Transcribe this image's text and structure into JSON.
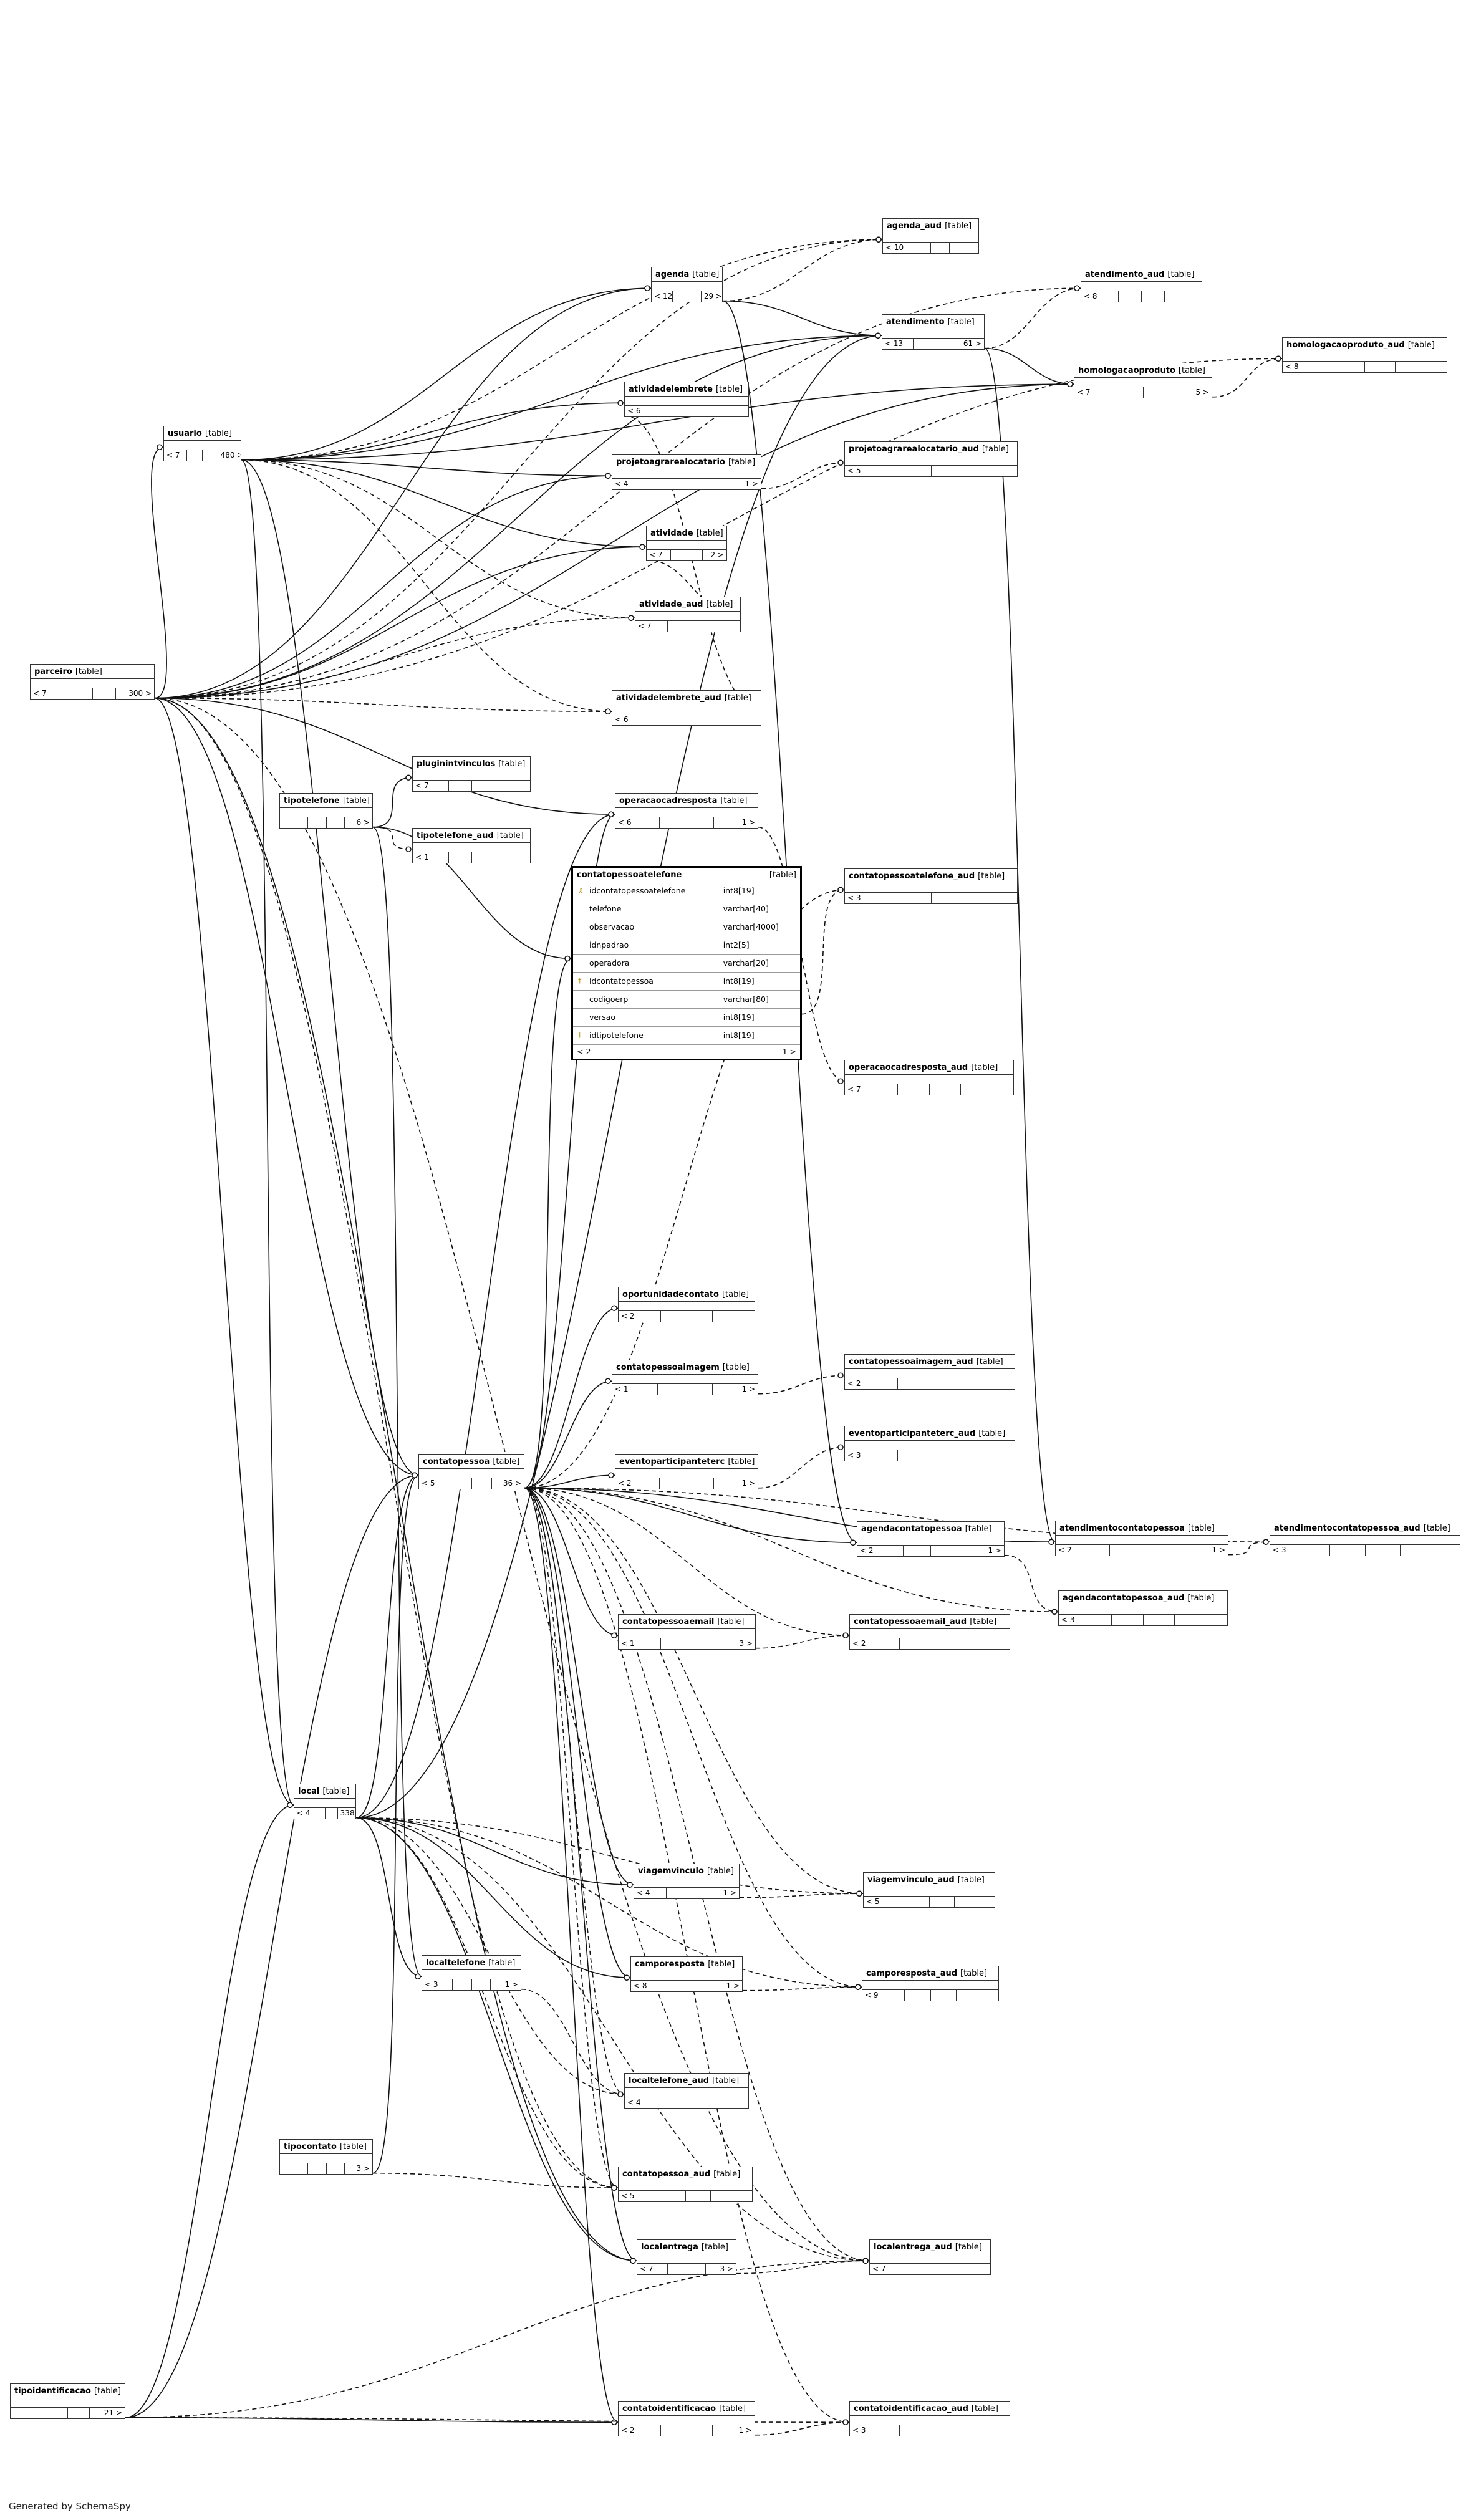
{
  "table_type_label": "[table]",
  "footer": "Generated by SchemaSpy",
  "focus_table": {
    "name": "contatopessoatelefone",
    "columns": [
      {
        "name": "idcontatopessoatelefone",
        "type": "int8[19]",
        "key": "pk"
      },
      {
        "name": "telefone",
        "type": "varchar[40]",
        "key": ""
      },
      {
        "name": "observacao",
        "type": "varchar[4000]",
        "key": ""
      },
      {
        "name": "idnpadrao",
        "type": "int2[5]",
        "key": ""
      },
      {
        "name": "operadora",
        "type": "varchar[20]",
        "key": ""
      },
      {
        "name": "idcontatopessoa",
        "type": "int8[19]",
        "key": "fk"
      },
      {
        "name": "codigoerp",
        "type": "varchar[80]",
        "key": ""
      },
      {
        "name": "versao",
        "type": "int8[19]",
        "key": ""
      },
      {
        "name": "idtipotelefone",
        "type": "int8[19]",
        "key": "fk"
      }
    ],
    "parents": "< 2",
    "children": "1 >"
  },
  "tables": {
    "parceiro": {
      "name": "parceiro",
      "parents": "< 7",
      "children": "300 >"
    },
    "usuario": {
      "name": "usuario",
      "parents": "< 7",
      "children": "480 >"
    },
    "agenda_aud": {
      "name": "agenda_aud",
      "parents": "< 10",
      "children": ""
    },
    "agenda": {
      "name": "agenda",
      "parents": "< 12",
      "children": "29 >"
    },
    "atendimento_aud": {
      "name": "atendimento_aud",
      "parents": "< 8",
      "children": ""
    },
    "atendimento": {
      "name": "atendimento",
      "parents": "< 13",
      "children": "61 >"
    },
    "homologacaoproduto": {
      "name": "homologacaoproduto",
      "parents": "< 7",
      "children": "5 >"
    },
    "homologacaoproduto_aud": {
      "name": "homologacaoproduto_aud",
      "parents": "< 8",
      "children": ""
    },
    "atividadelembrete": {
      "name": "atividadelembrete",
      "parents": "< 6",
      "children": ""
    },
    "projetoagrarealocatario": {
      "name": "projetoagrarealocatario",
      "parents": "< 4",
      "children": "1 >"
    },
    "projetoagrarealocatario_aud": {
      "name": "projetoagrarealocatario_aud",
      "parents": "< 5",
      "children": ""
    },
    "atividade": {
      "name": "atividade",
      "parents": "< 7",
      "children": "2 >"
    },
    "atividade_aud": {
      "name": "atividade_aud",
      "parents": "< 7",
      "children": ""
    },
    "atividadelembrete_aud": {
      "name": "atividadelembrete_aud",
      "parents": "< 6",
      "children": ""
    },
    "pluginintvinculos": {
      "name": "pluginintvinculos",
      "parents": "< 7",
      "children": ""
    },
    "tipotelefone": {
      "name": "tipotelefone",
      "parents": "",
      "children": "6 >"
    },
    "tipotelefone_aud": {
      "name": "tipotelefone_aud",
      "parents": "< 1",
      "children": ""
    },
    "operacaocadresposta": {
      "name": "operacaocadresposta",
      "parents": "< 6",
      "children": "1 >"
    },
    "contatopessoatelefone_aud": {
      "name": "contatopessoatelefone_aud",
      "parents": "< 3",
      "children": ""
    },
    "operacaocadresposta_aud": {
      "name": "operacaocadresposta_aud",
      "parents": "< 7",
      "children": ""
    },
    "oportunidadecontato": {
      "name": "oportunidadecontato",
      "parents": "< 2",
      "children": ""
    },
    "contatopessoaimagem": {
      "name": "contatopessoaimagem",
      "parents": "< 1",
      "children": "1 >"
    },
    "contatopessoaimagem_aud": {
      "name": "contatopessoaimagem_aud",
      "parents": "< 2",
      "children": ""
    },
    "eventoparticipanteterc_aud": {
      "name": "eventoparticipanteterc_aud",
      "parents": "< 3",
      "children": ""
    },
    "contatopessoa": {
      "name": "contatopessoa",
      "parents": "< 5",
      "children": "36 >"
    },
    "eventoparticipanteterc": {
      "name": "eventoparticipanteterc",
      "parents": "< 2",
      "children": "1 >"
    },
    "agendacontatopessoa": {
      "name": "agendacontatopessoa",
      "parents": "< 2",
      "children": "1 >"
    },
    "atendimentocontatopessoa": {
      "name": "atendimentocontatopessoa",
      "parents": "< 2",
      "children": "1 >"
    },
    "atendimentocontatopessoa_aud": {
      "name": "atendimentocontatopessoa_aud",
      "parents": "< 3",
      "children": ""
    },
    "agendacontatopessoa_aud": {
      "name": "agendacontatopessoa_aud",
      "parents": "< 3",
      "children": ""
    },
    "contatopessoaemail": {
      "name": "contatopessoaemail",
      "parents": "< 1",
      "children": "3 >"
    },
    "contatopessoaemail_aud": {
      "name": "contatopessoaemail_aud",
      "parents": "< 2",
      "children": ""
    },
    "local": {
      "name": "local",
      "parents": "< 4",
      "children": "338 >"
    },
    "viagemvinculo": {
      "name": "viagemvinculo",
      "parents": "< 4",
      "children": "1 >"
    },
    "viagemvinculo_aud": {
      "name": "viagemvinculo_aud",
      "parents": "< 5",
      "children": ""
    },
    "localtelefone": {
      "name": "localtelefone",
      "parents": "< 3",
      "children": "1 >"
    },
    "camporesposta": {
      "name": "camporesposta",
      "parents": "< 8",
      "children": "1 >"
    },
    "camporesposta_aud": {
      "name": "camporesposta_aud",
      "parents": "< 9",
      "children": ""
    },
    "localtelefone_aud": {
      "name": "localtelefone_aud",
      "parents": "< 4",
      "children": ""
    },
    "tipocontato": {
      "name": "tipocontato",
      "parents": "",
      "children": "3 >"
    },
    "contatopessoa_aud": {
      "name": "contatopessoa_aud",
      "parents": "< 5",
      "children": ""
    },
    "localentrega": {
      "name": "localentrega",
      "parents": "< 7",
      "children": "3 >"
    },
    "localentrega_aud": {
      "name": "localentrega_aud",
      "parents": "< 7",
      "children": ""
    },
    "tipoidentificacao": {
      "name": "tipoidentificacao",
      "parents": "",
      "children": "21 >"
    },
    "contatoidentificacao": {
      "name": "contatoidentificacao",
      "parents": "< 2",
      "children": "1 >"
    },
    "contatoidentificacao_aud": {
      "name": "contatoidentificacao_aud",
      "parents": "< 3",
      "children": ""
    }
  },
  "relationships": [
    {
      "from": "parceiro",
      "to": "usuario",
      "style": "solid"
    },
    {
      "from": "parceiro",
      "to": "agenda",
      "style": "solid"
    },
    {
      "from": "parceiro",
      "to": "atendimento",
      "style": "solid"
    },
    {
      "from": "parceiro",
      "to": "homologacaoproduto",
      "style": "solid"
    },
    {
      "from": "parceiro",
      "to": "projetoagrarealocatario",
      "style": "solid"
    },
    {
      "from": "parceiro",
      "to": "atividade",
      "style": "solid"
    },
    {
      "from": "parceiro",
      "to": "contatopessoa",
      "style": "solid"
    },
    {
      "from": "parceiro",
      "to": "local",
      "style": "solid"
    },
    {
      "from": "parceiro",
      "to": "localentrega",
      "style": "solid"
    },
    {
      "from": "parceiro",
      "to": "operacaocadresposta",
      "style": "solid"
    },
    {
      "from": "parceiro",
      "to": "agenda_aud",
      "style": "dashed"
    },
    {
      "from": "parceiro",
      "to": "atendimento_aud",
      "style": "dashed"
    },
    {
      "from": "parceiro",
      "to": "homologacaoproduto_aud",
      "style": "dashed"
    },
    {
      "from": "parceiro",
      "to": "atividade_aud",
      "style": "dashed"
    },
    {
      "from": "parceiro",
      "to": "atividadelembrete_aud",
      "style": "dashed"
    },
    {
      "from": "parceiro",
      "to": "contatopessoa_aud",
      "style": "dashed"
    },
    {
      "from": "parceiro",
      "to": "localentrega_aud",
      "style": "dashed"
    },
    {
      "from": "usuario",
      "to": "agenda",
      "style": "solid"
    },
    {
      "from": "usuario",
      "to": "atendimento",
      "style": "solid"
    },
    {
      "from": "usuario",
      "to": "atividadelembrete",
      "style": "solid"
    },
    {
      "from": "usuario",
      "to": "projetoagrarealocatario",
      "style": "solid"
    },
    {
      "from": "usuario",
      "to": "atividade",
      "style": "solid"
    },
    {
      "from": "usuario",
      "to": "homologacaoproduto",
      "style": "solid"
    },
    {
      "from": "usuario",
      "to": "contatopessoa",
      "style": "solid"
    },
    {
      "from": "usuario",
      "to": "local",
      "style": "solid"
    },
    {
      "from": "usuario",
      "to": "agenda_aud",
      "style": "dashed"
    },
    {
      "from": "usuario",
      "to": "atividade_aud",
      "style": "dashed"
    },
    {
      "from": "usuario",
      "to": "atividadelembrete_aud",
      "style": "dashed"
    },
    {
      "from": "agenda",
      "to": "agenda_aud",
      "style": "dashed"
    },
    {
      "from": "agenda",
      "to": "atendimento",
      "style": "solid"
    },
    {
      "from": "agenda",
      "to": "agendacontatopessoa",
      "style": "solid"
    },
    {
      "from": "atendimento",
      "to": "atendimento_aud",
      "style": "dashed"
    },
    {
      "from": "atendimento",
      "to": "homologacaoproduto",
      "style": "solid"
    },
    {
      "from": "atendimento",
      "to": "atendimentocontatopessoa",
      "style": "solid"
    },
    {
      "from": "homologacaoproduto",
      "to": "homologacaoproduto_aud",
      "style": "dashed"
    },
    {
      "from": "projetoagrarealocatario",
      "to": "projetoagrarealocatario_aud",
      "style": "dashed"
    },
    {
      "from": "atividade",
      "to": "atividade_aud",
      "style": "dashed"
    },
    {
      "from": "atividadelembrete",
      "to": "atividadelembrete_aud",
      "style": "dashed"
    },
    {
      "from": "tipotelefone",
      "to": "pluginintvinculos",
      "style": "solid"
    },
    {
      "from": "tipotelefone",
      "to": "tipotelefone_aud",
      "style": "dashed"
    },
    {
      "from": "tipotelefone",
      "to": "contatopessoatelefone",
      "style": "solid"
    },
    {
      "from": "tipotelefone",
      "to": "localtelefone",
      "style": "solid"
    },
    {
      "from": "contatopessoatelefone",
      "to": "contatopessoatelefone_aud",
      "style": "dashed"
    },
    {
      "from": "operacaocadresposta",
      "to": "operacaocadresposta_aud",
      "style": "dashed"
    },
    {
      "from": "contatopessoa",
      "to": "contatopessoatelefone",
      "style": "solid"
    },
    {
      "from": "contatopessoa",
      "to": "operacaocadresposta",
      "style": "solid"
    },
    {
      "from": "contatopessoa",
      "to": "oportunidadecontato",
      "style": "solid"
    },
    {
      "from": "contatopessoa",
      "to": "contatopessoaimagem",
      "style": "solid"
    },
    {
      "from": "contatopessoa",
      "to": "eventoparticipanteterc",
      "style": "solid"
    },
    {
      "from": "contatopessoa",
      "to": "agendacontatopessoa",
      "style": "solid"
    },
    {
      "from": "contatopessoa",
      "to": "atendimentocontatopessoa",
      "style": "solid"
    },
    {
      "from": "contatopessoa",
      "to": "contatopessoaemail",
      "style": "solid"
    },
    {
      "from": "contatopessoa",
      "to": "viagemvinculo",
      "style": "solid"
    },
    {
      "from": "contatopessoa",
      "to": "camporesposta",
      "style": "solid"
    },
    {
      "from": "contatopessoa",
      "to": "localentrega",
      "style": "solid"
    },
    {
      "from": "contatopessoa",
      "to": "contatoidentificacao",
      "style": "solid"
    },
    {
      "from": "contatopessoa",
      "to": "contatopessoa_aud",
      "style": "dashed"
    },
    {
      "from": "contatopessoa",
      "to": "contatopessoatelefone_aud",
      "style": "dashed"
    },
    {
      "from": "contatopessoa",
      "to": "contatopessoaemail_aud",
      "style": "dashed"
    },
    {
      "from": "contatopessoa",
      "to": "agendacontatopessoa_aud",
      "style": "dashed"
    },
    {
      "from": "contatopessoa",
      "to": "atendimentocontatopessoa_aud",
      "style": "dashed"
    },
    {
      "from": "contatopessoa",
      "to": "viagemvinculo_aud",
      "style": "dashed"
    },
    {
      "from": "contatopessoa",
      "to": "camporesposta_aud",
      "style": "dashed"
    },
    {
      "from": "contatopessoa",
      "to": "localentrega_aud",
      "style": "dashed"
    },
    {
      "from": "contatopessoa",
      "to": "contatoidentificacao_aud",
      "style": "dashed"
    },
    {
      "from": "contatopessoa",
      "to": "localtelefone_aud",
      "style": "dashed"
    },
    {
      "from": "contatopessoaimagem",
      "to": "contatopessoaimagem_aud",
      "style": "dashed"
    },
    {
      "from": "eventoparticipanteterc",
      "to": "eventoparticipanteterc_aud",
      "style": "dashed"
    },
    {
      "from": "agendacontatopessoa",
      "to": "agendacontatopessoa_aud",
      "style": "dashed"
    },
    {
      "from": "atendimentocontatopessoa",
      "to": "atendimentocontatopessoa_aud",
      "style": "dashed"
    },
    {
      "from": "contatopessoaemail",
      "to": "contatopessoaemail_aud",
      "style": "dashed"
    },
    {
      "from": "local",
      "to": "contatopessoa",
      "style": "solid"
    },
    {
      "from": "local",
      "to": "localtelefone",
      "style": "solid"
    },
    {
      "from": "local",
      "to": "viagemvinculo",
      "style": "solid"
    },
    {
      "from": "local",
      "to": "camporesposta",
      "style": "solid"
    },
    {
      "from": "local",
      "to": "localentrega",
      "style": "solid"
    },
    {
      "from": "local",
      "to": "operacaocadresposta",
      "style": "solid"
    },
    {
      "from": "local",
      "to": "atendimento",
      "style": "solid"
    },
    {
      "from": "local",
      "to": "localtelefone_aud",
      "style": "dashed"
    },
    {
      "from": "local",
      "to": "contatopessoa_aud",
      "style": "dashed"
    },
    {
      "from": "local",
      "to": "viagemvinculo_aud",
      "style": "dashed"
    },
    {
      "from": "local",
      "to": "camporesposta_aud",
      "style": "dashed"
    },
    {
      "from": "local",
      "to": "localentrega_aud",
      "style": "dashed"
    },
    {
      "from": "viagemvinculo",
      "to": "viagemvinculo_aud",
      "style": "dashed"
    },
    {
      "from": "localtelefone",
      "to": "localtelefone_aud",
      "style": "dashed"
    },
    {
      "from": "camporesposta",
      "to": "camporesposta_aud",
      "style": "dashed"
    },
    {
      "from": "tipocontato",
      "to": "contatopessoa",
      "style": "solid"
    },
    {
      "from": "tipocontato",
      "to": "contatopessoa_aud",
      "style": "dashed"
    },
    {
      "from": "localentrega",
      "to": "localentrega_aud",
      "style": "dashed"
    },
    {
      "from": "tipoidentificacao",
      "to": "contatoidentificacao",
      "style": "solid"
    },
    {
      "from": "tipoidentificacao",
      "to": "local",
      "style": "solid"
    },
    {
      "from": "tipoidentificacao",
      "to": "contatopessoa",
      "style": "solid"
    },
    {
      "from": "tipoidentificacao",
      "to": "contatoidentificacao_aud",
      "style": "dashed"
    },
    {
      "from": "tipoidentificacao",
      "to": "localentrega_aud",
      "style": "dashed"
    },
    {
      "from": "contatoidentificacao",
      "to": "contatoidentificacao_aud",
      "style": "dashed"
    }
  ]
}
